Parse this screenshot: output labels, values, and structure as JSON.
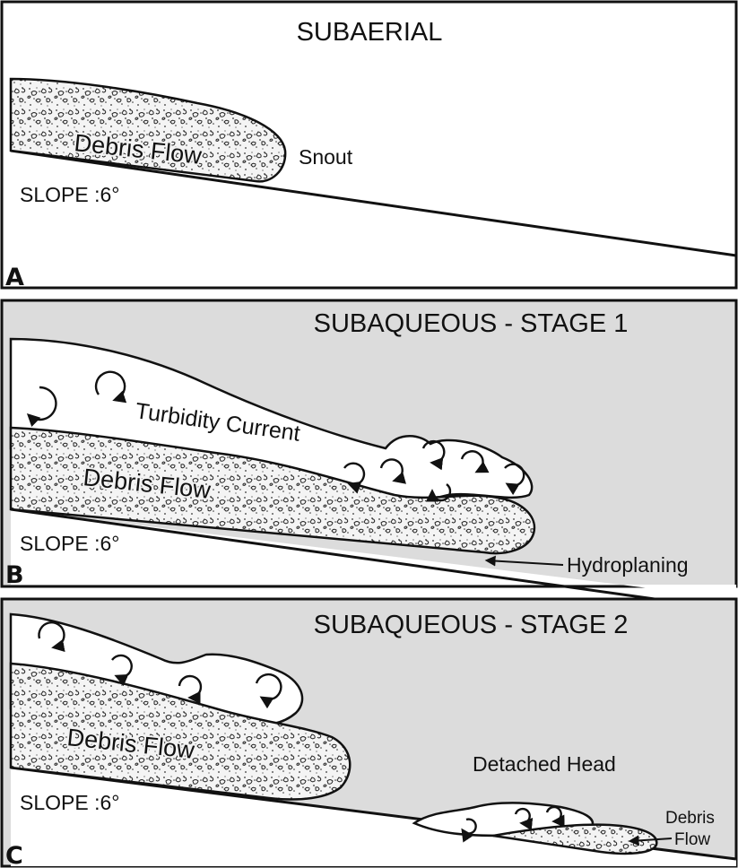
{
  "panels": {
    "a": {
      "letter": "A",
      "title": "SUBAERIAL",
      "flow_label": "Debris Flow",
      "snout_label": "Snout",
      "slope_label": "SLOPE :6°"
    },
    "b": {
      "letter": "B",
      "title": "SUBAQUEOUS - STAGE 1",
      "turbidity_label": "Turbidity Current",
      "flow_label": "Debris Flow",
      "slope_label": "SLOPE :6°",
      "hydroplaning_label": "Hydroplaning"
    },
    "c": {
      "letter": "C",
      "title": "SUBAQUEOUS - STAGE 2",
      "flow_label": "Debris Flow",
      "detached_label": "Detached Head",
      "slope_label": "SLOPE :6°",
      "small_flow_line1": "Debris",
      "small_flow_line2": "Flow"
    }
  },
  "colors": {
    "subaerial_background": "#ffffff",
    "subaqueous_background": "#dcdcdc",
    "outline": "#111111"
  }
}
